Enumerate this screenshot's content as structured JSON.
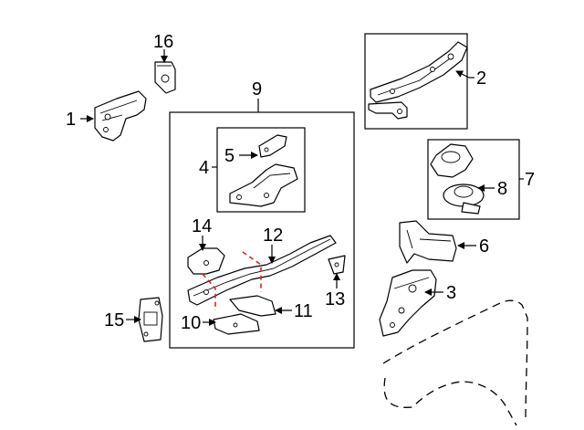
{
  "colors": {
    "ink": "#000000",
    "cut_line": "#e02020",
    "background": "#ffffff"
  },
  "callouts": {
    "c1": "1",
    "c2": "2",
    "c3": "3",
    "c4": "4",
    "c5": "5",
    "c6": "6",
    "c7": "7",
    "c8": "8",
    "c9": "9",
    "c10": "10",
    "c11": "11",
    "c12": "12",
    "c13": "13",
    "c14": "14",
    "c15": "15",
    "c16": "16"
  }
}
